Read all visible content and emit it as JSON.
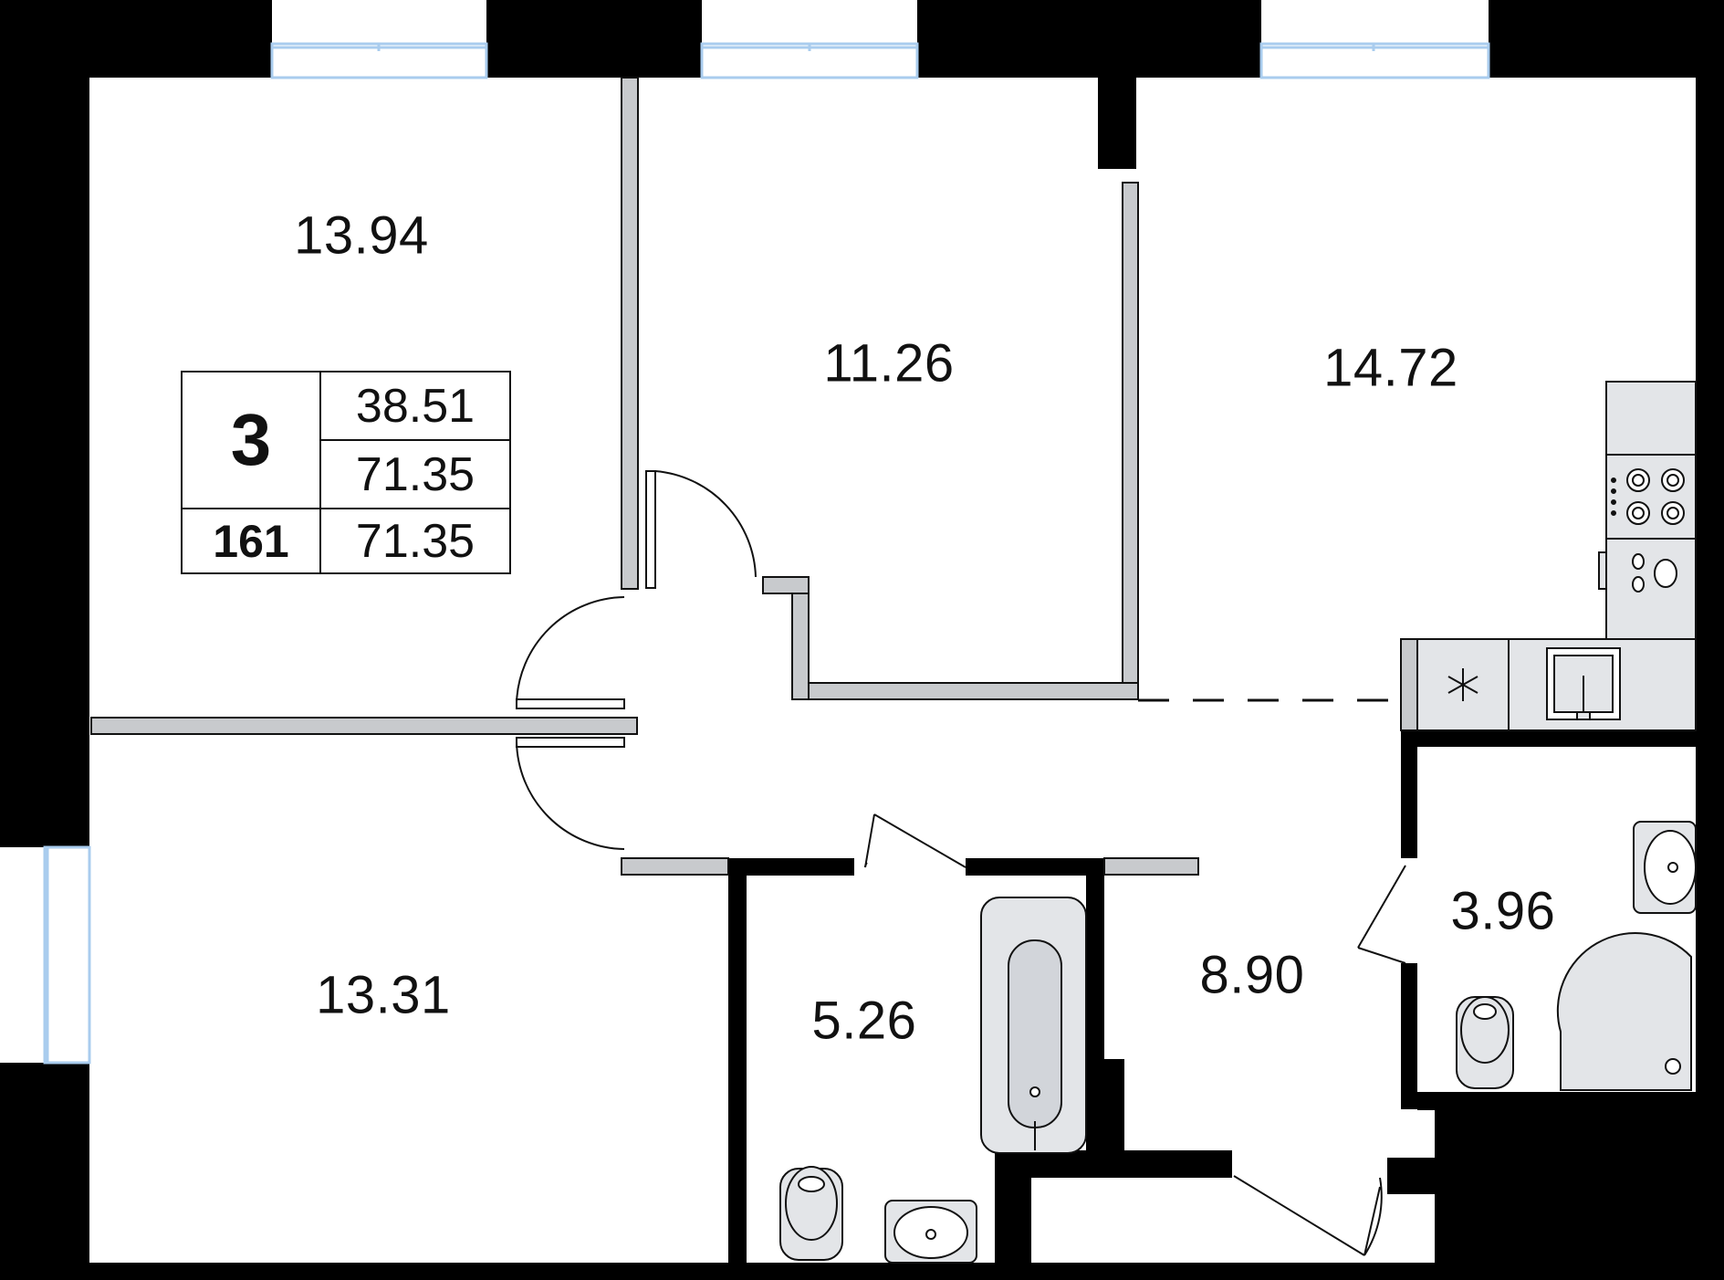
{
  "plan": {
    "rooms_count": "3",
    "apartment_number": "161",
    "living_area": "38.51",
    "total_area": "71.35",
    "total_area_with_balcony": "71.35"
  },
  "rooms": {
    "bedroom_top_left": "13.94",
    "bedroom_top_middle": "11.26",
    "kitchen_living": "14.72",
    "bedroom_bottom_left": "13.31",
    "bathroom": "5.26",
    "hallway": "8.90",
    "washroom": "3.96"
  },
  "colors": {
    "wall": "#000000",
    "partition": "#c8cacd",
    "fixture": "#e3e5e8",
    "window": "#a9ccee"
  }
}
